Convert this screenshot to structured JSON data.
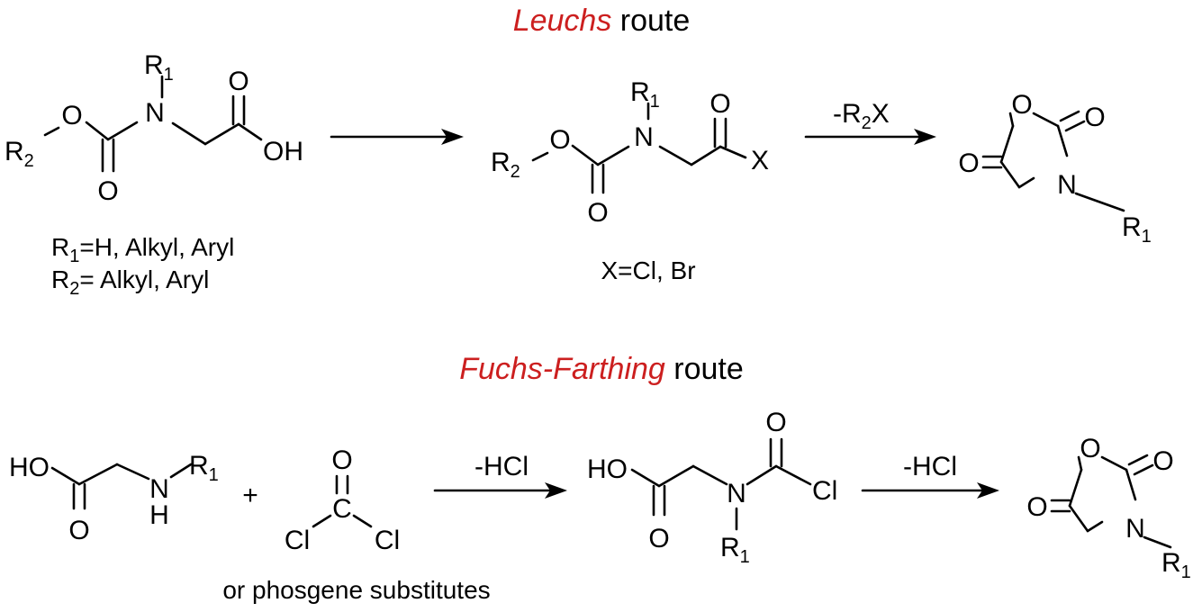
{
  "titles": {
    "leuchs_name": "Leuchs",
    "leuchs_suffix": " route",
    "fuchs_name": "Fuchs-Farthing",
    "fuchs_suffix": " route"
  },
  "colors": {
    "route_name": "#cc1f1f",
    "ink": "#000000"
  },
  "atoms": {
    "R": "R",
    "one": "1",
    "two": "2",
    "N": "N",
    "O": "O",
    "OH": "OH",
    "HO": "HO",
    "X": "X",
    "H": "H",
    "C": "C",
    "Cl": "Cl"
  },
  "leuchs": {
    "sub_r1_text": "=H, Alkyl, Aryl",
    "sub_r2_text": "= Alkyl, Aryl",
    "x_note": "X=Cl, Br",
    "arrow2_pre": "-R",
    "arrow2_post": "X"
  },
  "fuchs": {
    "plus": "+",
    "arrow1": "-HCl",
    "arrow2": "-HCl",
    "phosgene_note": "or phosgene substitutes"
  }
}
